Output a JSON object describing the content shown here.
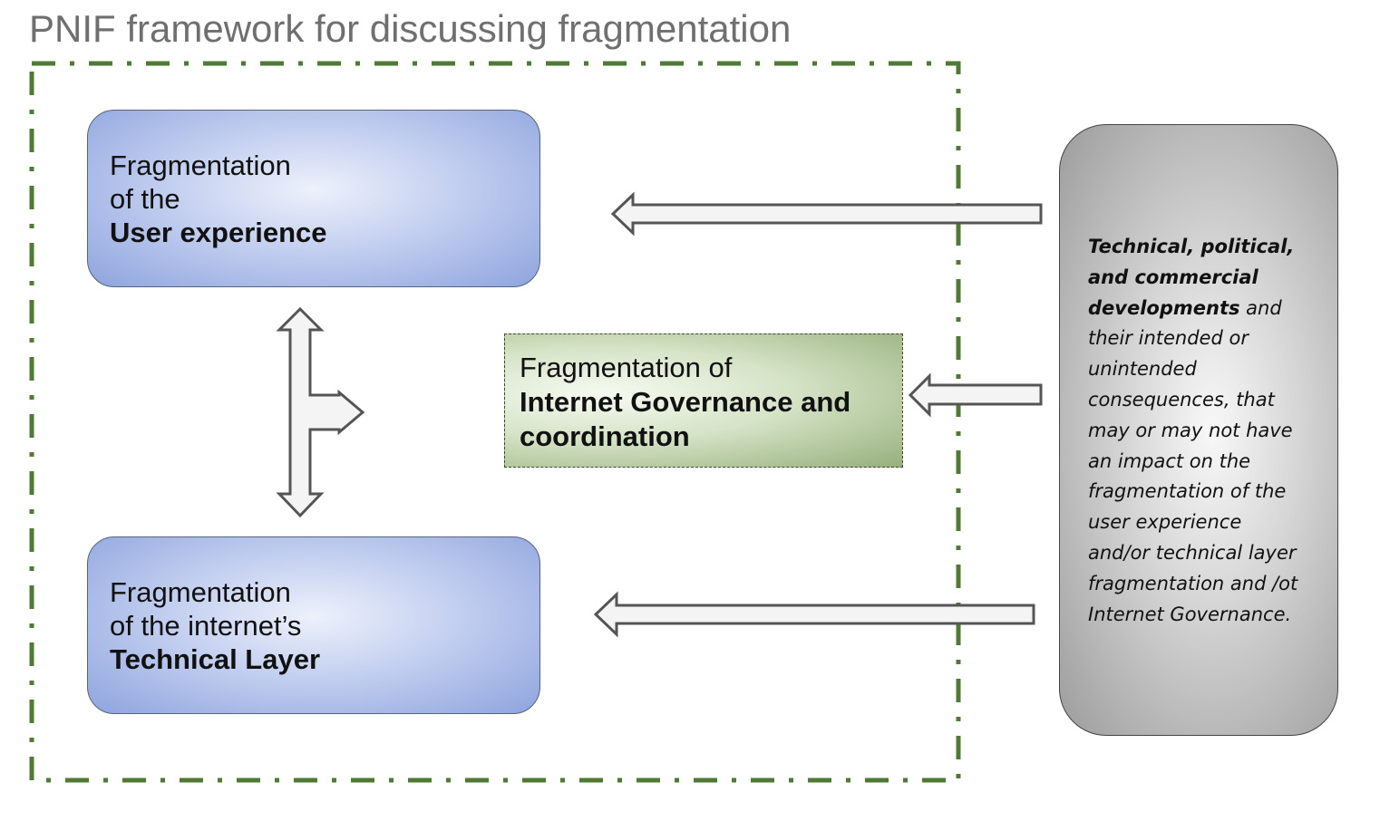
{
  "title": "PNIF framework for discussing fragmentation",
  "user_experience_box": {
    "line1": "Fragmentation",
    "line2": "of the",
    "line3_bold": "User experience"
  },
  "technical_layer_box": {
    "line1": "Fragmentation",
    "line2": "of the internet’s",
    "line3_bold": "Technical Layer"
  },
  "governance_box": {
    "line1": "Fragmentation of",
    "line2_bold": "Internet Governance and",
    "line3_bold": "coordination"
  },
  "developments_box": {
    "line1_bold": "Technical, political,",
    "line2_bold": "and commercial",
    "line3_bold": "developments",
    "line3_rest": " and",
    "line4": "their intended or",
    "line5": "unintended",
    "line6": "consequences, that",
    "line7": "may or may not have",
    "line8": "an impact on the",
    "line9": "fragmentation of the",
    "line10": "user experience",
    "line11": "and/or technical layer",
    "line12": "fragmentation and /ot",
    "line13": "Internet Governance."
  },
  "colors": {
    "frame": "#4e7a34",
    "layer_box": "#8ea4de",
    "governance_box": "#96b07c",
    "developments_box": "#9c9c9c",
    "arrow_fill": "#f4f4f4",
    "arrow_stroke": "#555555"
  }
}
